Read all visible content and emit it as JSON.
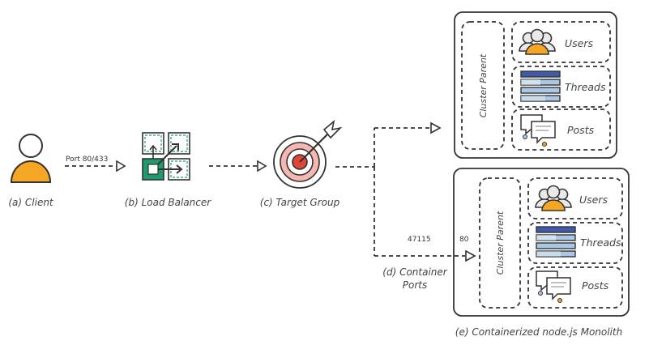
{
  "client": {
    "label": "(a) Client"
  },
  "load_balancer": {
    "label": "(b) Load Balancer"
  },
  "target_group": {
    "label": "(c) Target Group"
  },
  "port_label": "Port 80/433",
  "container_ports": {
    "label_line1": "(d) Container",
    "label_line2": "Ports",
    "host_port": "47115",
    "container_port": "80"
  },
  "monolith": {
    "label": "(e) Containerized node.js Monolith"
  },
  "cluster_parent": "Cluster Parent",
  "services": [
    "Users",
    "Threads",
    "Posts"
  ],
  "colors": {
    "stroke": "#333333",
    "accent": "#f5a623",
    "blue": "#3e5ba9",
    "light_blue": "#a9c8e6",
    "green": "#1e9c6b",
    "red": "#e0453a"
  }
}
